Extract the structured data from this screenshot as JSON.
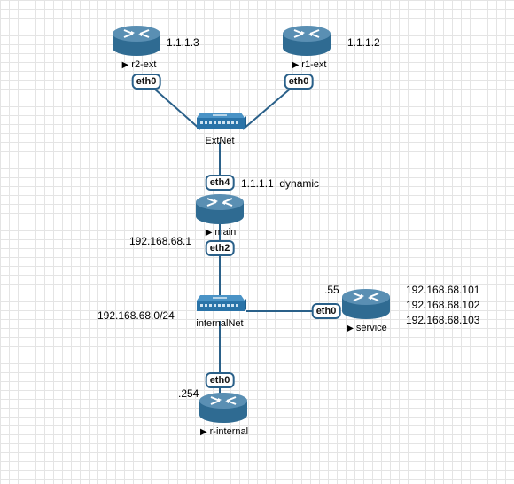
{
  "nodes": {
    "r2_ext": {
      "name": "r2-ext",
      "ip": "1.1.1.3",
      "iface": "eth0"
    },
    "r1_ext": {
      "name": "r1-ext",
      "ip": "1.1.1.2",
      "iface": "eth0"
    },
    "extnet": {
      "name": "ExtNet"
    },
    "main": {
      "name": "main",
      "iface_ext": "eth4",
      "ip_ext": "1.1.1.1  dynamic",
      "iface_int": "eth2",
      "ip_int": "192.168.68.1"
    },
    "internalnet": {
      "name": "internalNet",
      "subnet": "192.168.68.0/24"
    },
    "service": {
      "name": "service",
      "iface": "eth0",
      "suffix": ".55",
      "ips": [
        "192.168.68.101",
        "192.168.68.102",
        "192.168.68.103"
      ]
    },
    "r_internal": {
      "name": "r-internal",
      "iface": "eth0",
      "suffix": ".254"
    }
  },
  "colors": {
    "router_fill": "#2f6b92",
    "router_top": "#5a8fb3",
    "switch_fill": "#2a73a8",
    "link": "#2a6089",
    "grid": "#e4e4e4"
  }
}
